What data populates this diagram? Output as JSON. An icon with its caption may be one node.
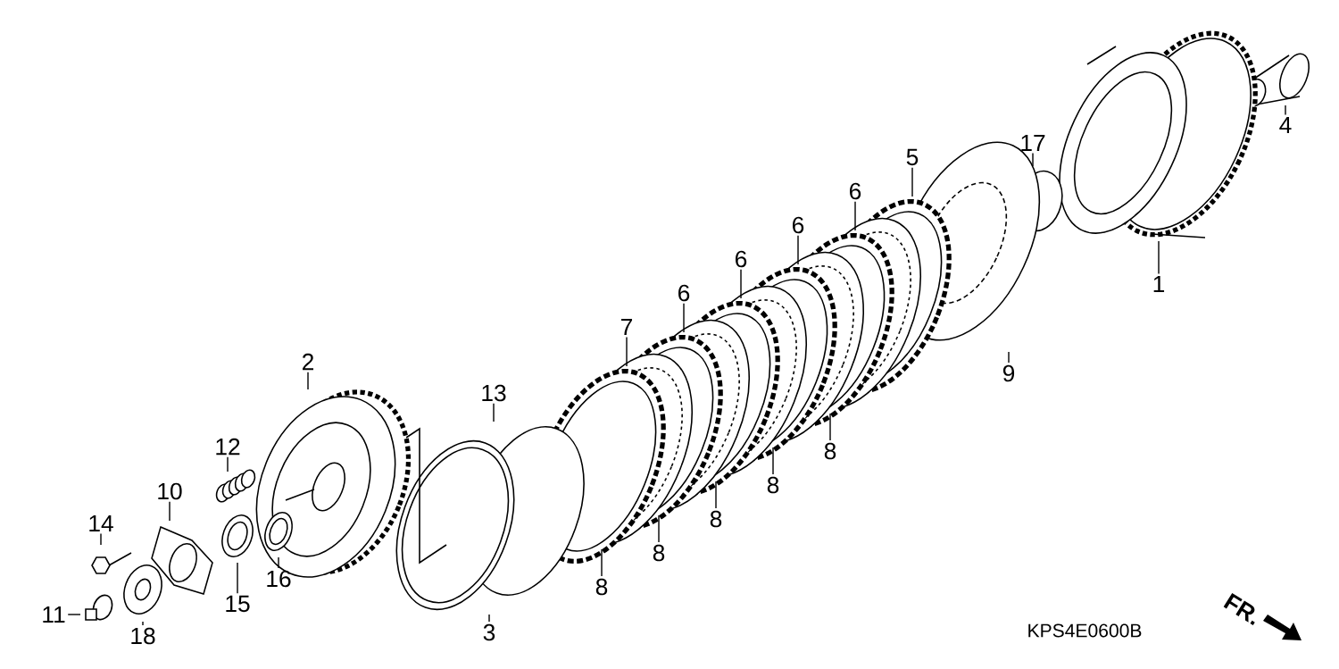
{
  "diagram": {
    "nodes": [
      {
        "text": [
          "4"
        ]
      },
      {
        "text": [
          "17"
        ]
      },
      {
        "text": [
          "5"
        ]
      },
      {
        "text": [
          "6"
        ]
      },
      {
        "text": [
          "6"
        ]
      },
      {
        "text": [
          "6"
        ]
      },
      {
        "text": [
          "6"
        ]
      },
      {
        "text": [
          "1"
        ]
      },
      {
        "text": [
          "7"
        ]
      },
      {
        "text": [
          "2"
        ]
      },
      {
        "text": [
          "9"
        ]
      },
      {
        "text": [
          "13"
        ]
      },
      {
        "text": [
          "8"
        ]
      },
      {
        "text": [
          "12"
        ]
      },
      {
        "text": [
          "8"
        ]
      },
      {
        "text": [
          "10"
        ]
      },
      {
        "text": [
          "8"
        ]
      },
      {
        "text": [
          "8"
        ]
      },
      {
        "text": [
          "14"
        ]
      },
      {
        "text": [
          "8"
        ]
      },
      {
        "text": [
          "16"
        ]
      },
      {
        "text": [
          "15"
        ]
      },
      {
        "text": [
          "11"
        ]
      },
      {
        "text": [
          "3"
        ]
      },
      {
        "text": [
          "18"
        ]
      }
    ],
    "edges": [
      {
        "from": 0,
        "to": null,
        "arrow": "none"
      },
      {
        "from": 1,
        "to": null,
        "arrow": "none"
      },
      {
        "from": 2,
        "to": null,
        "arrow": "none"
      },
      {
        "from": 3,
        "to": null,
        "arrow": "none"
      },
      {
        "from": 4,
        "to": null,
        "arrow": "none"
      },
      {
        "from": 5,
        "to": null,
        "arrow": "none"
      },
      {
        "from": 6,
        "to": null,
        "arrow": "none"
      },
      {
        "from": 7,
        "to": null,
        "arrow": "none"
      },
      {
        "from": 8,
        "to": null,
        "arrow": "none"
      },
      {
        "from": 9,
        "to": null,
        "arrow": "none"
      },
      {
        "from": 10,
        "to": null,
        "arrow": "none"
      },
      {
        "from": 11,
        "to": null,
        "arrow": "none"
      },
      {
        "from": 12,
        "to": null,
        "arrow": "none"
      },
      {
        "from": 13,
        "to": null,
        "arrow": "none"
      },
      {
        "from": 14,
        "to": null,
        "arrow": "none"
      },
      {
        "from": 15,
        "to": null,
        "arrow": "none"
      },
      {
        "from": 16,
        "to": null,
        "arrow": "none"
      },
      {
        "from": 17,
        "to": null,
        "arrow": "none"
      },
      {
        "from": 18,
        "to": null,
        "arrow": "none"
      },
      {
        "from": 19,
        "to": null,
        "arrow": "none"
      },
      {
        "from": 20,
        "to": null,
        "arrow": "none"
      },
      {
        "from": 21,
        "to": null,
        "arrow": "none"
      },
      {
        "from": 22,
        "to": null,
        "arrow": "none"
      },
      {
        "from": 23,
        "to": null,
        "arrow": "none"
      },
      {
        "from": 24,
        "to": null,
        "arrow": "none"
      }
    ],
    "labels": [
      "KPS4E0600B",
      "FR."
    ]
  }
}
